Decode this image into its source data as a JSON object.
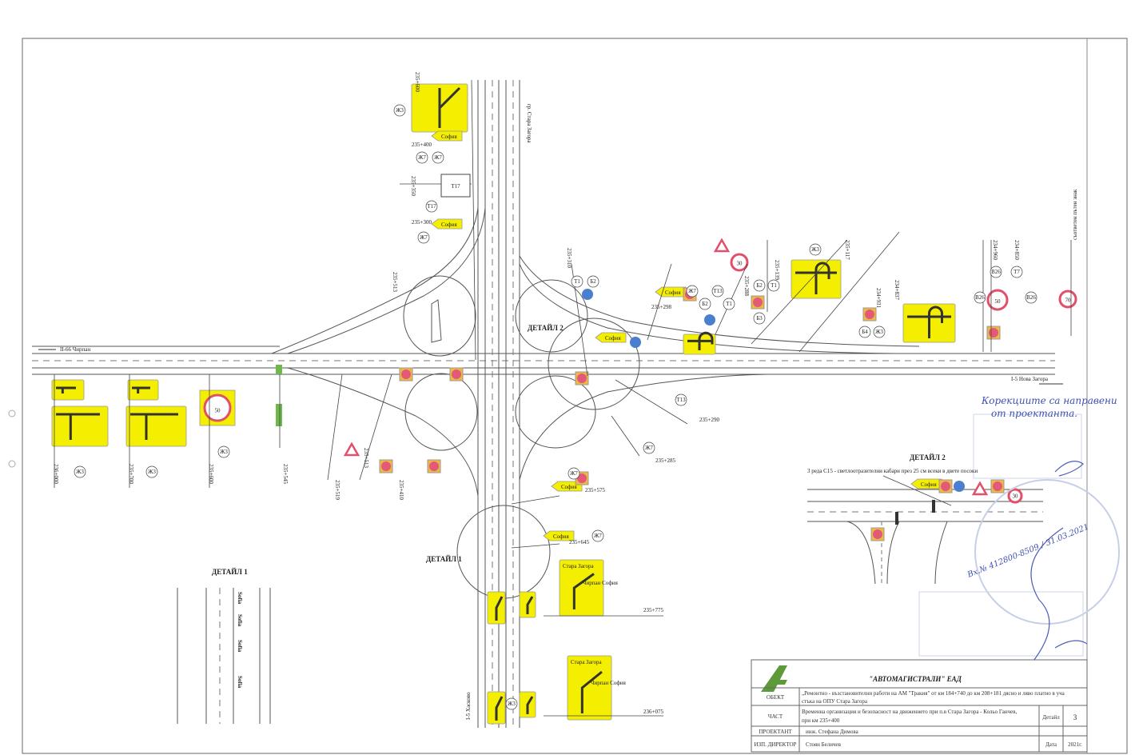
{
  "drawing": {
    "road_labels": {
      "west": "II-66 Чирпан",
      "east": "I-5 Нова Загора",
      "north": "гр. Стара Загора",
      "south": "I-5 Хасково"
    },
    "detail_labels": {
      "detail2_main": "ДЕТАЙЛ 2",
      "detail1_main": "ДЕТАЙЛ 1",
      "detail1_inset": "ДЕТАЙЛ 1",
      "detail2_inset": "ДЕТАЙЛ 2"
    },
    "chainages": [
      "235+600",
      "235+400",
      "235+350",
      "235+300",
      "235+513",
      "235+310",
      "235+298",
      "235+288",
      "235+139",
      "235+117",
      "234+931",
      "234+837",
      "234+960",
      "234+850",
      "235+290",
      "235+285",
      "235+575",
      "235+645",
      "235+775",
      "236+075",
      "236+000",
      "235+700",
      "235+600",
      "235+545",
      "235+513",
      "235+410",
      "235+519"
    ],
    "sign_codes": [
      "Ж3",
      "Ж7",
      "Ж7",
      "Т17",
      "Ж7",
      "Т1",
      "Б2",
      "Ж7",
      "Б2",
      "Т13",
      "Т1",
      "Б2",
      "Т1",
      "Ж3",
      "Б4",
      "Ж3",
      "В26",
      "Т7",
      "В26",
      "Б3",
      "Т13",
      "Ж7",
      "Ж7",
      "Ж3",
      "Ж3",
      "Ж3",
      "Ж3",
      "В26",
      "Ж7"
    ],
    "sign_texts": {
      "sofia": "София",
      "stara_zagora": "Стара Загора",
      "chirpan_sofia": "Чирпан София",
      "speed_50": "50",
      "speed_30": "30",
      "speed_70": "70",
      "sign_box_t17": "Т17",
      "road_marking": "Sofia",
      "note_end": "съответен пътен знак"
    },
    "inset_note": "3 реда С15 - светлоотразителни кабари през 25 см всеки в двете посоки"
  },
  "annotations": {
    "handwritten_note": "Корекциите са направени от проектанта.",
    "registration": "Вх.№ 412800-8509 / 31.03.2021"
  },
  "title_block": {
    "company": "\"АВТОМАГИСТРАЛИ\" ЕАД",
    "rows": [
      {
        "label": "ОБЕКТ",
        "value": "„Ремонтно - възстановителни работи на АМ \"Тракия\" от км 184+740 до км 208+181 дясно и ляво платно в участъка на ОПУ Стара Загора"
      },
      {
        "label": "ЧАСТ",
        "value": "Временна организация и безопасност на движението при п.в Стара Загора - Кольо Ганчев, при км 235+400"
      },
      {
        "label": "ПРОЕКТАНТ",
        "value": "инж. Стефана Димова"
      },
      {
        "label": "ИЗП. ДИРЕКТОР",
        "value": "Стоян Беличев"
      }
    ],
    "detail_label": "Детайл",
    "detail_value": "3",
    "date_label": "Дата",
    "date_value": "2021г."
  }
}
